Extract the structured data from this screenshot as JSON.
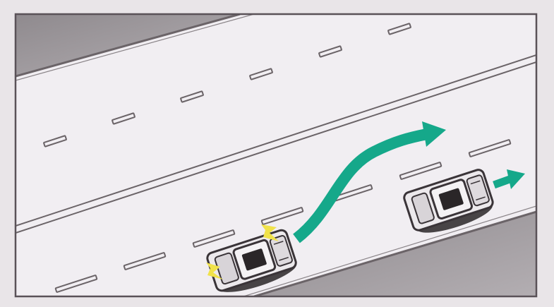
{
  "scene": {
    "paper_color": "#e9e5e8",
    "frame_color": "#5a5258",
    "road_color": "#f1eef2",
    "shoulder_color": "#a19ca0",
    "marking_color": "#6b6468",
    "lane_change_arrow_color": "#15a88a",
    "turn_signal_color": "#f0e24a",
    "lanes": [
      "left-lane",
      "right-lane",
      "shoulder"
    ],
    "vehicles": [
      {
        "id": "changing-car",
        "lane": "right-lane",
        "signal": "left-turn-signal-on"
      },
      {
        "id": "leading-car",
        "lane": "right-lane",
        "signal": "none"
      }
    ],
    "arrows": [
      {
        "id": "lane-change-arrow",
        "icon": "curved-arrow-icon",
        "from": "right-lane",
        "to": "left-lane"
      },
      {
        "id": "straight-arrow",
        "icon": "straight-arrow-icon",
        "from": "right-lane",
        "to": "right-lane"
      }
    ]
  }
}
